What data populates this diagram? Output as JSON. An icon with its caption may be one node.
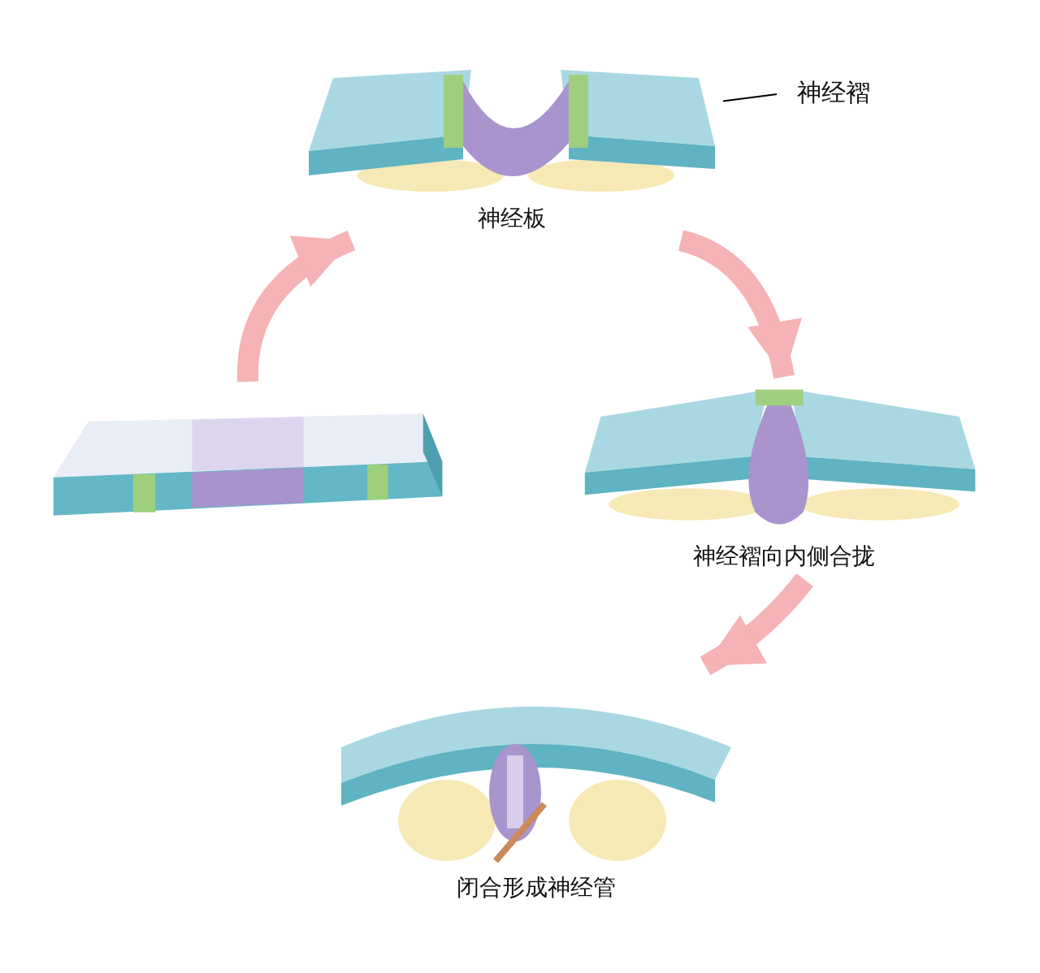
{
  "diagram": {
    "nodes": [
      {
        "text": [],
        "shape": "picture"
      },
      {
        "text": [],
        "shape": "picture",
        "beside": [
          "神经板"
        ]
      },
      {
        "text": [
          "神经褶"
        ]
      },
      {
        "text": [],
        "shape": "picture",
        "beside": [
          "神经褶向内侧合拢"
        ]
      },
      {
        "text": [],
        "shape": "picture",
        "beside": [
          "闭合形成神经管"
        ]
      }
    ],
    "edges": [
      {
        "from": 0,
        "to": 1,
        "arrow": "to"
      },
      {
        "from": 1,
        "to": 3,
        "arrow": "to"
      },
      {
        "from": 3,
        "to": 4,
        "arrow": "to"
      },
      {
        "from": 2,
        "to": 1,
        "arrow": "none",
        "color": "#000000"
      }
    ]
  }
}
